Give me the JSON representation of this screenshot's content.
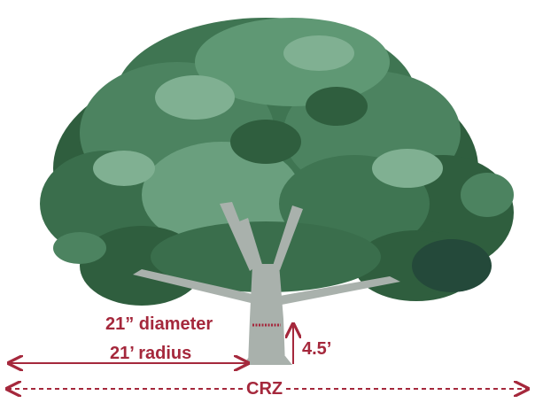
{
  "colors": {
    "annotation": "#a5283c",
    "foliage_dark": "#2f5e3e",
    "foliage_mid": "#4c8360",
    "foliage_light": "#80b092",
    "trunk": "#a9b1ac"
  },
  "labels": {
    "diameter": "21” diameter",
    "radius": "21’ radius",
    "height": "4.5’",
    "crz": "CRZ"
  }
}
